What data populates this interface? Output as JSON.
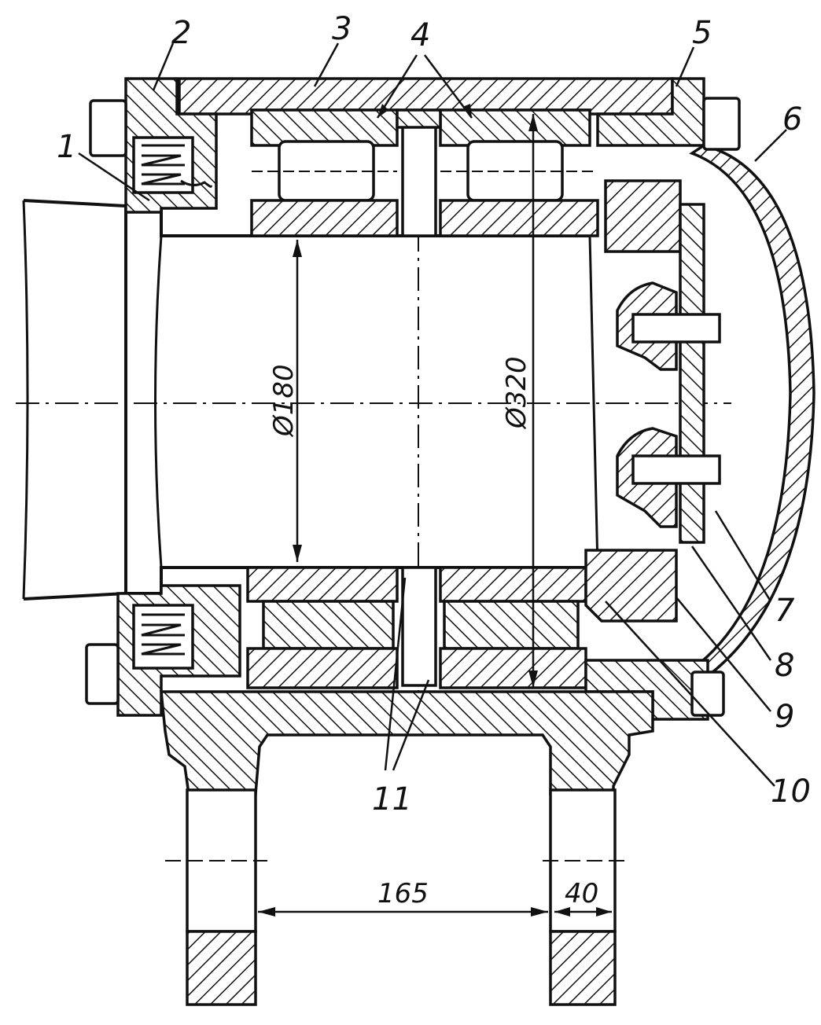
{
  "labels": {
    "p1": "1",
    "p2": "2",
    "p3": "3",
    "p4": "4",
    "p5": "5",
    "p6": "6",
    "p7": "7",
    "p8": "8",
    "p9": "9",
    "p10": "10",
    "p11": "11"
  },
  "dimensions": {
    "inner_diameter": "Ø180",
    "outer_diameter": "Ø320",
    "span": "165",
    "width": "40"
  },
  "colors": {
    "ink": "#111111",
    "paper": "#ffffff"
  }
}
